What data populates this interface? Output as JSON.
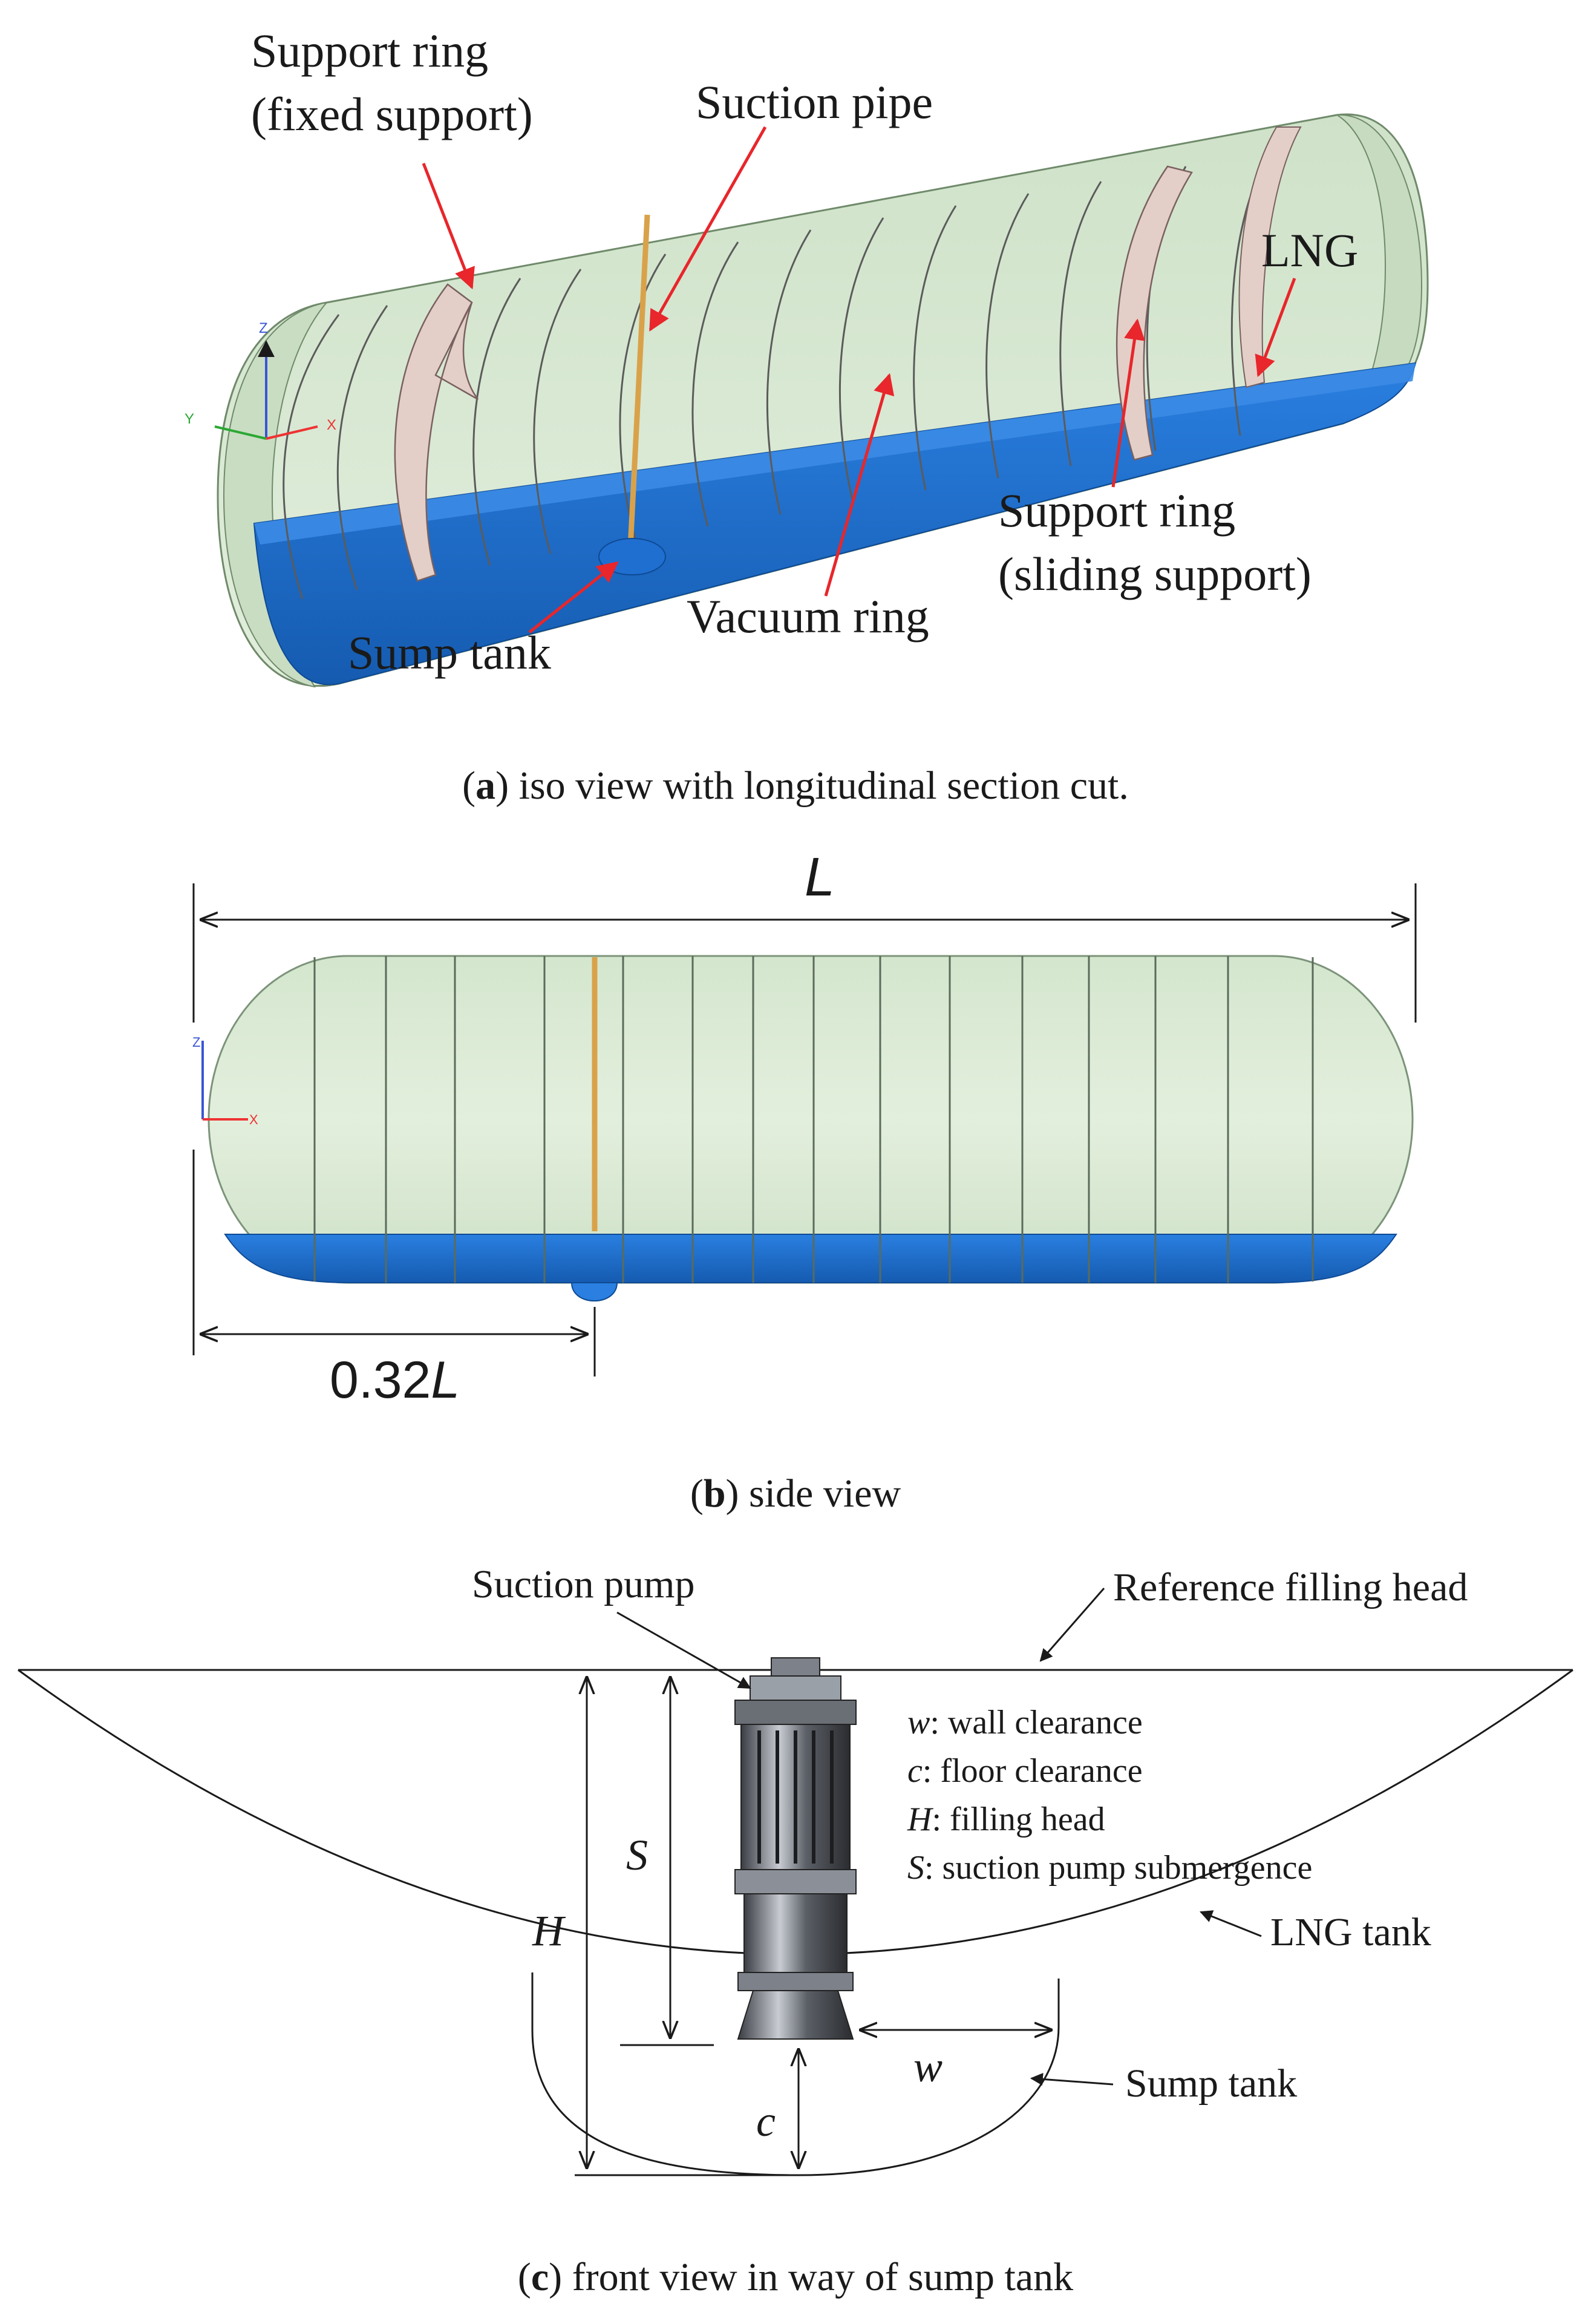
{
  "panel_a": {
    "labels": {
      "support_ring_fixed_1": "Support ring",
      "support_ring_fixed_2": "(fixed support)",
      "suction_pipe": "Suction pipe",
      "lng": "LNG",
      "support_ring_sliding_1": "Support ring",
      "support_ring_sliding_2": "(sliding support)",
      "vacuum_ring": "Vacuum ring",
      "sump_tank": "Sump tank"
    },
    "axes": {
      "y": "Y",
      "z": "Z",
      "x": "X"
    },
    "caption": {
      "letter": "a",
      "open": "(",
      "close": ") iso view with longitudinal section cut."
    }
  },
  "panel_b": {
    "dim_total": "L",
    "dim_sump_num": "0.32",
    "dim_sump_var": "L",
    "axes": {
      "z": "Z",
      "x": "X"
    },
    "caption": {
      "letter": "b",
      "open": "(",
      "close": ") side view"
    }
  },
  "panel_c": {
    "labels": {
      "suction_pump": "Suction pump",
      "reference_filling_head": "Reference filling head",
      "lng_tank": "LNG tank",
      "sump_tank": "Sump tank"
    },
    "dims": {
      "S": "S",
      "H": "H",
      "w": "w",
      "c": "c"
    },
    "legend": [
      {
        "sym": "w",
        "text": ": wall clearance"
      },
      {
        "sym": "c",
        "text": ": floor clearance"
      },
      {
        "sym": "H",
        "text": ": filling head"
      },
      {
        "sym": "S",
        "text": ": suction pump submergence"
      }
    ],
    "caption": {
      "letter": "c",
      "open": "(",
      "close": ") front view in way of sump tank"
    }
  },
  "colors": {
    "tank_shell": "#d6e8d0",
    "lng_liquid": "#1f6fd1",
    "ring": "#e3cfc7",
    "pipe": "#d9a24a",
    "arrow": "#e8262b"
  }
}
